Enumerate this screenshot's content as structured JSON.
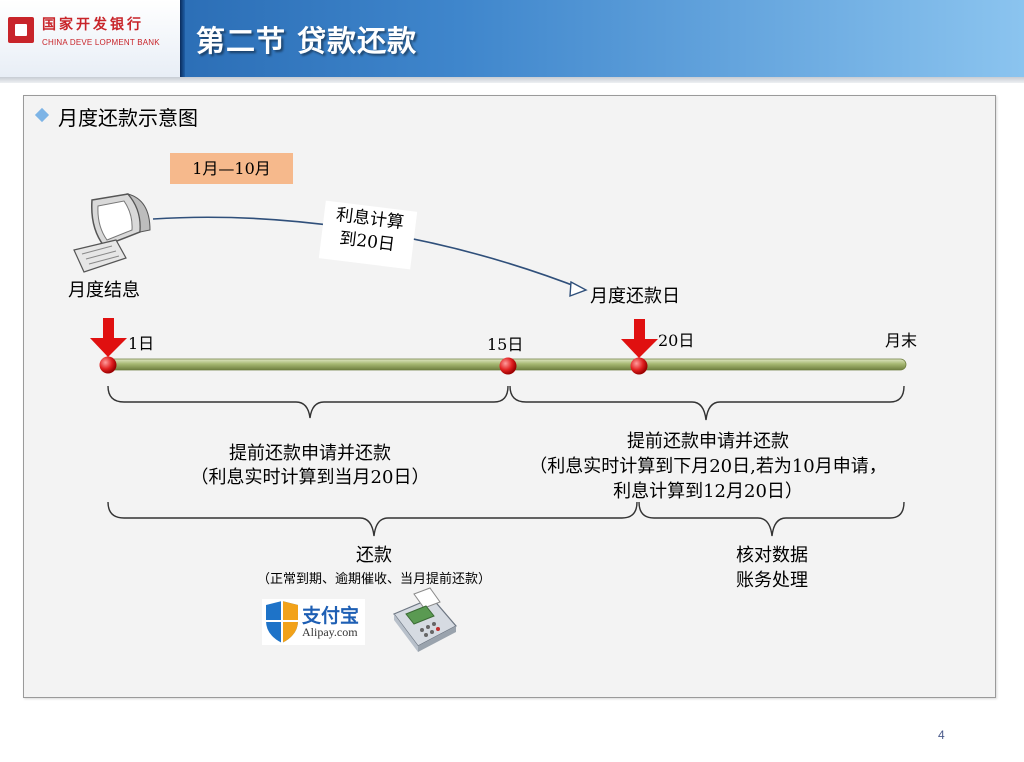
{
  "header": {
    "logo_cn": "国家开发银行",
    "logo_en": "CHINA DEVE LOPMENT BANK",
    "title": "第二节  贷款还款"
  },
  "section": {
    "heading": "月度还款示意图"
  },
  "diagram": {
    "period_badge": "1月—10月",
    "settlement_label": "月度结息",
    "interest_note_line1": "利息计算",
    "interest_note_line2": "到20日",
    "repayment_day_label": "月度还款日",
    "timeline": {
      "day1": "1日",
      "day15": "15日",
      "day20": "20日",
      "month_end": "月末"
    },
    "early_left_line1": "提前还款申请并还款",
    "early_left_line2": "（利息实时计算到当月20日）",
    "early_right_line1": "提前还款申请并还款",
    "early_right_line2": "（利息实时计算到下月20日,若为10月申请，",
    "early_right_line3": "利息计算到12月20日）",
    "repay_label": "还款",
    "repay_detail": "（正常到期、逾期催收、当月提前还款）",
    "reconcile_line1": "核对数据",
    "reconcile_line2": "账务处理",
    "alipay_cn": "支付宝",
    "alipay_en": "Alipay.com"
  },
  "colors": {
    "header_start": "#1f5fa8",
    "header_end": "#8bc4ef",
    "marker_red": "#e01010",
    "timeline_green": "#9db16a",
    "badge_orange": "#f6b98c"
  },
  "icons": [
    "computer-icon",
    "down-arrow-icon",
    "alipay-logo-icon",
    "pos-terminal-icon",
    "diamond-bullet-icon"
  ],
  "footer": {
    "page_number": "4"
  }
}
